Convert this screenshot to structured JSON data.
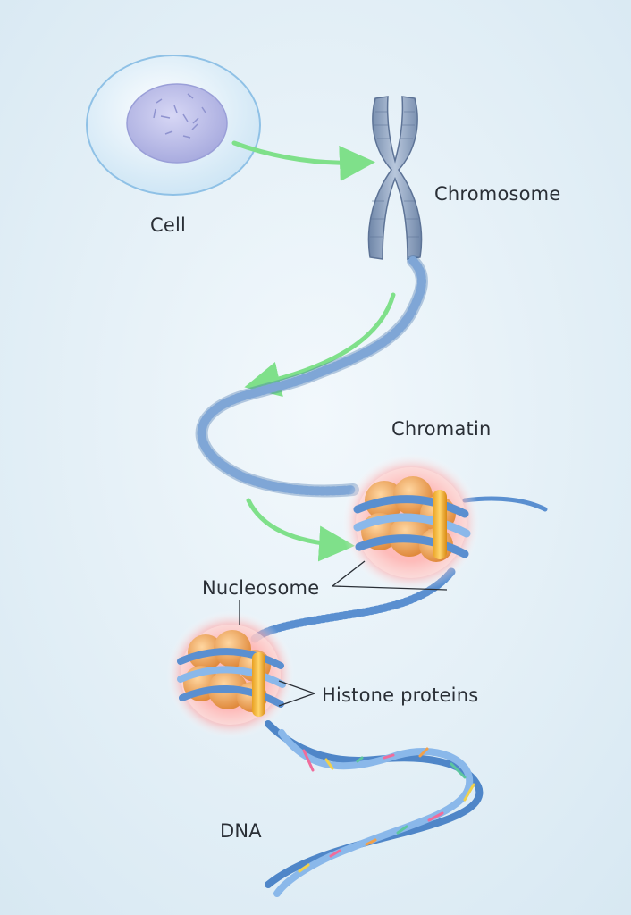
{
  "labels": {
    "cell": "Cell",
    "chromosome": "Chromosome",
    "chromatin": "Chromatin",
    "nucleosome": "Nucleosome",
    "histone": "Histone proteins",
    "dna": "DNA"
  },
  "colors": {
    "background": "#e6f1f8",
    "arrow": "#7fe08a",
    "dna_strand": "#5a8fd0",
    "histone": "#f2a660",
    "glow": "#ff6b6b",
    "chromosome": "#8fa3bf"
  }
}
